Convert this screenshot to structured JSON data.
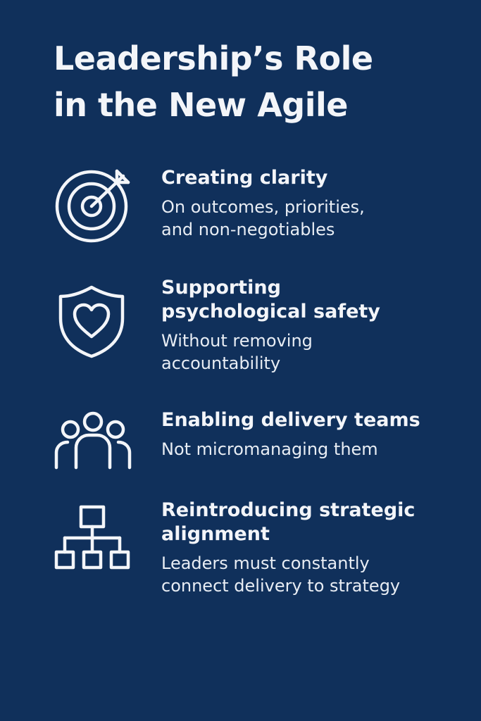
{
  "title": {
    "line1": "Leadership’s Role",
    "line2": "in the New Agile"
  },
  "items": [
    {
      "icon": "target-icon",
      "heading_lines": [
        "Creating clarity"
      ],
      "description_lines": [
        "On outcomes, priorities,",
        "and non-negotiables"
      ]
    },
    {
      "icon": "shield-heart-icon",
      "heading_lines": [
        "Supporting",
        "psychological safety"
      ],
      "description_lines": [
        "Without removing",
        "accountability"
      ]
    },
    {
      "icon": "team-icon",
      "heading_lines": [
        "Enabling delivery teams"
      ],
      "description_lines": [
        "Not micromanaging them"
      ]
    },
    {
      "icon": "org-chart-icon",
      "heading_lines": [
        "Reintroducing strategic",
        "alignment"
      ],
      "description_lines": [
        "Leaders must constantly",
        "connect delivery to strategy"
      ]
    }
  ],
  "colors": {
    "background": "#10305b",
    "foreground": "#f3f5f9"
  }
}
